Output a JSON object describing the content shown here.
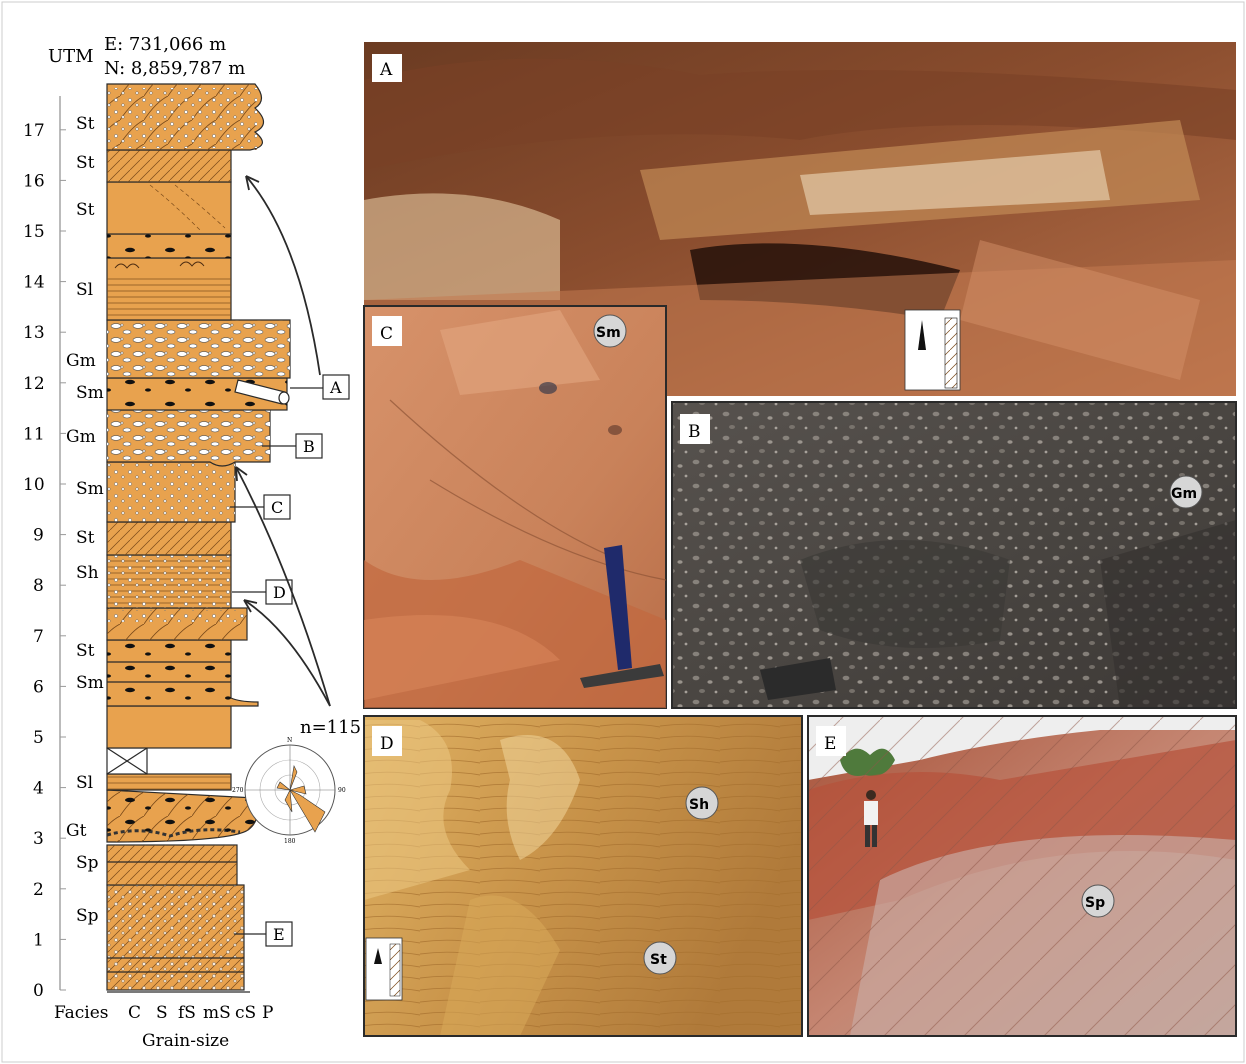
{
  "utm": {
    "label": "UTM",
    "easting": "E: 731,066 m",
    "northing": "N: 8,859,787 m"
  },
  "scale_ticks": [
    "0",
    "1",
    "2",
    "3",
    "4",
    "5",
    "6",
    "7",
    "8",
    "9",
    "10",
    "11",
    "12",
    "13",
    "14",
    "15",
    "16",
    "17"
  ],
  "facies_labels": [
    {
      "text": "St"
    },
    {
      "text": "St"
    },
    {
      "text": "St"
    },
    {
      "text": "Sl"
    },
    {
      "text": "Gm"
    },
    {
      "text": "Sm"
    },
    {
      "text": "Gm"
    },
    {
      "text": "Sm"
    },
    {
      "text": "St"
    },
    {
      "text": "Sh"
    },
    {
      "text": "St"
    },
    {
      "text": "Sm"
    },
    {
      "text": "Sl"
    },
    {
      "text": "Gt"
    },
    {
      "text": "Sp"
    },
    {
      "text": "Sp"
    }
  ],
  "axis": {
    "facies": "Facies",
    "grain_classes": [
      "C",
      "S",
      "fS",
      "mS",
      "cS",
      "P"
    ],
    "title": "Grain-size"
  },
  "callouts": [
    "A",
    "B",
    "C",
    "D",
    "E"
  ],
  "rose": {
    "count": "n=115",
    "labels": [
      "N",
      "90",
      "180",
      "270"
    ]
  },
  "photos": [
    {
      "letter": "A",
      "badges": []
    },
    {
      "letter": "C",
      "badges": [
        "Sm"
      ]
    },
    {
      "letter": "B",
      "badges": [
        "Gm"
      ]
    },
    {
      "letter": "D",
      "badges": [
        "Sh",
        "St"
      ]
    },
    {
      "letter": "E",
      "badges": [
        "Sp"
      ]
    }
  ],
  "colors": {
    "sand": "#E8A24E",
    "outline": "#2a2a2a",
    "frame": "#c8c8c8"
  }
}
